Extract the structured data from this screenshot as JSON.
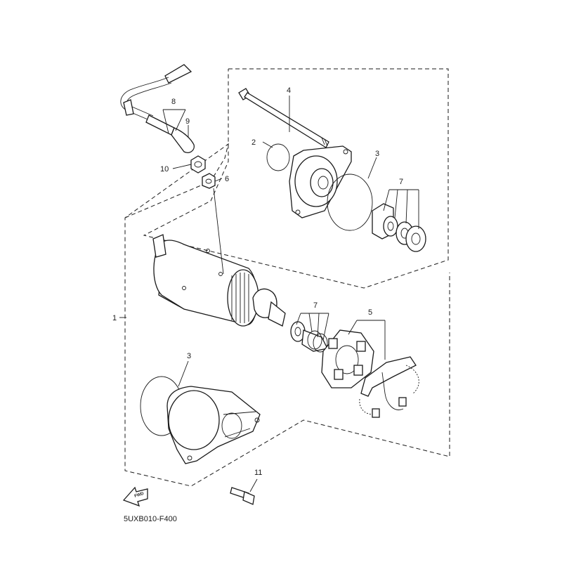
{
  "diagram": {
    "part_labels": {
      "p1": "1",
      "p2": "2",
      "p3_upper": "3",
      "p3_lower": "3",
      "p4": "4",
      "p5": "5",
      "p6": "6",
      "p7_upper": "7",
      "p7_lower": "7",
      "p8": "8",
      "p9": "9",
      "p10": "10",
      "p11": "11"
    },
    "fwd_text": "FWD",
    "diagram_code": "5UXB010-F400"
  }
}
